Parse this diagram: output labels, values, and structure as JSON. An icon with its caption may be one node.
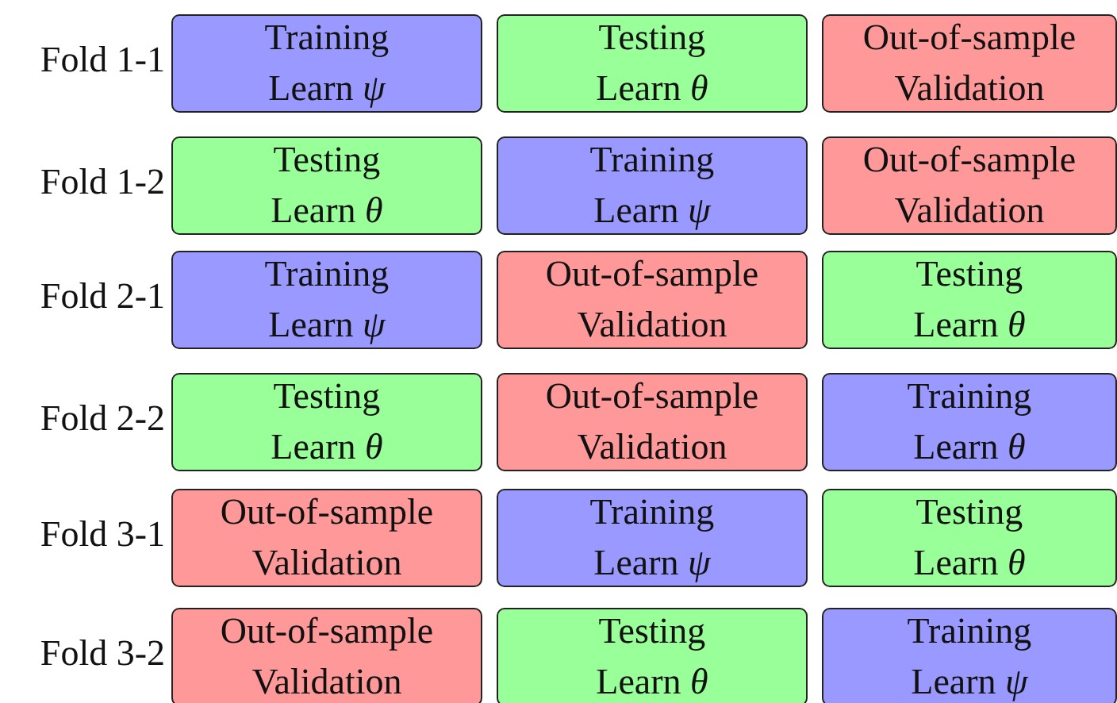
{
  "diagram": {
    "nodes": [
      {
        "text": [
          "Training",
          "Learn *ψ*"
        ]
      },
      {
        "text": [
          "Testing",
          "Learn *θ*"
        ]
      },
      {
        "text": [
          "Out-of-sample",
          "Validation"
        ]
      },
      {
        "text": [
          "Testing",
          "Learn *θ*"
        ]
      },
      {
        "text": [
          "Training",
          "Learn *ψ*"
        ]
      },
      {
        "text": [
          "Out-of-sample",
          "Validation"
        ]
      },
      {
        "text": [
          "Training",
          "Learn *ψ*"
        ]
      },
      {
        "text": [
          "Out-of-sample",
          "Validation"
        ]
      },
      {
        "text": [
          "Testing",
          "Learn *θ*"
        ]
      },
      {
        "text": [
          "Testing",
          "Learn *θ*"
        ]
      },
      {
        "text": [
          "Out-of-sample",
          "Validation"
        ]
      },
      {
        "text": [
          "Training",
          "Learn *θ*"
        ]
      },
      {
        "text": [
          "Out-of-sample",
          "Validation"
        ]
      },
      {
        "text": [
          "Training",
          "Learn *ψ*"
        ]
      },
      {
        "text": [
          "Testing",
          "Learn *θ*"
        ]
      },
      {
        "text": [
          "Out-of-sample",
          "Validation"
        ]
      },
      {
        "text": [
          "Testing",
          "Learn *θ*"
        ]
      },
      {
        "text": [
          "Training",
          "Learn *ψ*"
        ]
      }
    ],
    "edges": [],
    "labels": [
      "Fold 1-1",
      "Fold 1-2",
      "Fold 2-1",
      "Fold 2-2",
      "Fold 3-1",
      "Fold 3-2"
    ]
  }
}
